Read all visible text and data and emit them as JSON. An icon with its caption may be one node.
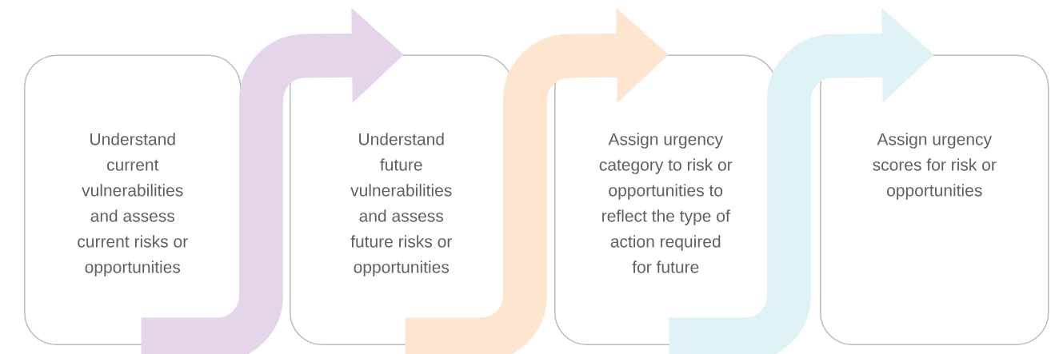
{
  "diagram": {
    "nodes": [
      {
        "text": [
          "Understand current vulnerabilities and assess current risks or opportunities"
        ]
      },
      {
        "text": [
          "Understand future vulnerabilities and assess future risks or opportunities"
        ]
      },
      {
        "text": [
          "Assign urgency category to risk or opportunities to reflect the type of action required for future"
        ]
      },
      {
        "text": [
          "Assign urgency scores for risk or opportunities"
        ]
      }
    ],
    "edges": [
      {
        "from": 0,
        "to": 1,
        "arrow": "to",
        "color": "#e4d5ea"
      },
      {
        "from": 1,
        "to": 2,
        "arrow": "to",
        "color": "#fde5d0"
      },
      {
        "from": 2,
        "to": 3,
        "arrow": "to",
        "color": "#dff3f6"
      }
    ]
  }
}
